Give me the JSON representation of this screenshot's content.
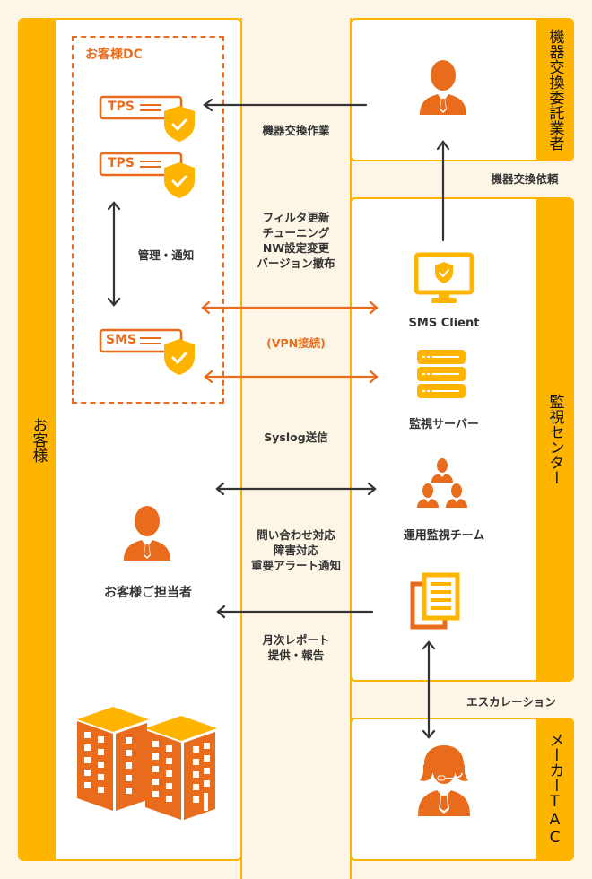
{
  "colors": {
    "accent_yellow": "#ffb400",
    "accent_orange": "#e86c1c",
    "background": "#fdf6e6",
    "arrow_dark": "#333333"
  },
  "customer": {
    "band_label": "お客様",
    "dc_title": "お客様DC",
    "devices": [
      {
        "label": "TPS",
        "icon": "shield-check-icon"
      },
      {
        "label": "TPS",
        "icon": "shield-check-icon"
      },
      {
        "label": "SMS",
        "icon": "shield-check-icon"
      }
    ],
    "mgmt_label": "管理・通知",
    "contact_label": "お客様ご担当者",
    "building_icon": "buildings-icon"
  },
  "vendor": {
    "band_label": "機器交換委託業者",
    "icon": "person-icon"
  },
  "monitoring_center": {
    "band_label": "監視センター",
    "items": [
      {
        "label": "SMS Client",
        "icon": "monitor-shield-icon"
      },
      {
        "label": "監視サーバー",
        "icon": "server-icon"
      },
      {
        "label": "運用監視チーム",
        "icon": "team-icon"
      },
      {
        "label": "",
        "icon": "documents-icon"
      }
    ]
  },
  "maker_tac": {
    "band_label": "メーカーTAC",
    "icon": "operator-headset-icon"
  },
  "flows": {
    "replacement_work": "機器交換作業",
    "replacement_request": "機器交換依頼",
    "sms_ops": "フィルタ更新\nチューニング\nNW設定変更\nバージョン撤布",
    "vpn": "(VPN接続)",
    "syslog": "Syslog送信",
    "support": "問い合わせ対応\n障害対応\n重要アラート通知",
    "report": "月次レポート\n提供・報告",
    "escalation": "エスカレーション"
  }
}
